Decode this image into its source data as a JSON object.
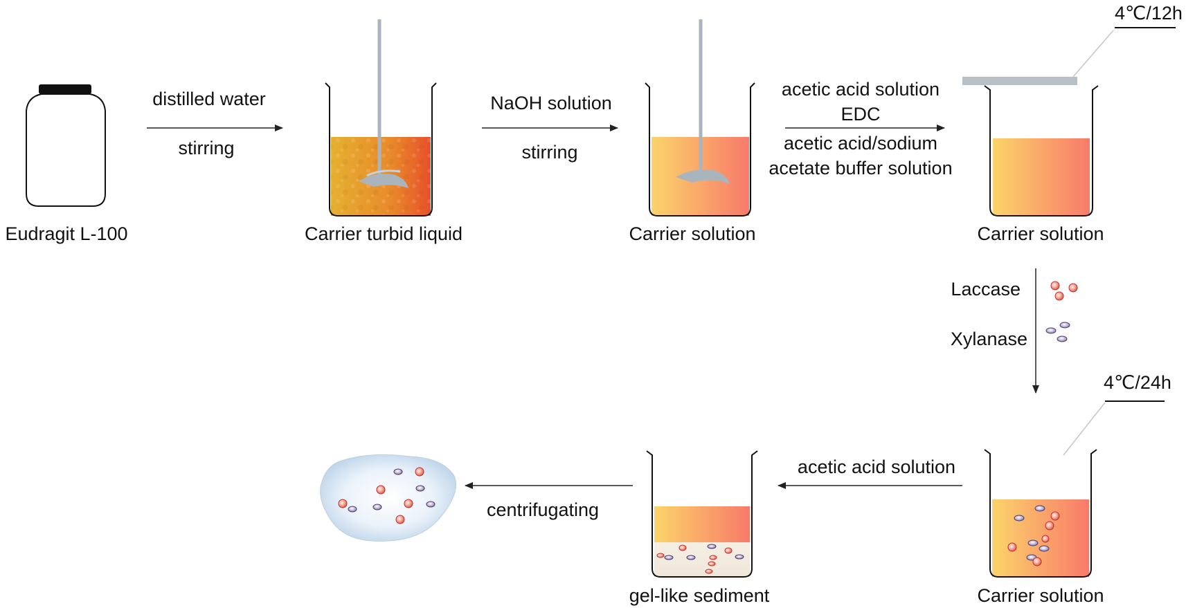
{
  "steps": {
    "jar_label": "Eudragit L-100",
    "beaker1_label": "Carrier turbid liquid",
    "beaker2_label": "Carrier solution",
    "beaker3_label": "Carrier solution",
    "beaker4_label": "Carrier solution",
    "beaker5_label": "gel-like sediment"
  },
  "arrows": {
    "a1_top": "distilled water",
    "a1_bottom": "stirring",
    "a2_top": "NaOH solution",
    "a2_bottom": "stirring",
    "a3_top1": "acetic acid solution",
    "a3_top2": "EDC",
    "a3_bottom1": "acetic acid/sodium",
    "a3_bottom2": "acetate buffer solution",
    "a4_enzyme1": "Laccase",
    "a4_enzyme2": "Xylanase",
    "a5_label": "acetic acid solution",
    "a6_label": "centrifugating"
  },
  "conditions": {
    "cond1": "4℃/12h",
    "cond2": "4℃/24h"
  },
  "colors": {
    "turbid_start": "#e6b030",
    "turbid_end": "#e8502a",
    "solution_start": "#fbd46a",
    "solution_end": "#f87a6a",
    "laccase": "#e0584a",
    "xylanase": "#8a7aa8",
    "stirrer": "#a9b4bc",
    "sediment": "#cfe1f0"
  }
}
